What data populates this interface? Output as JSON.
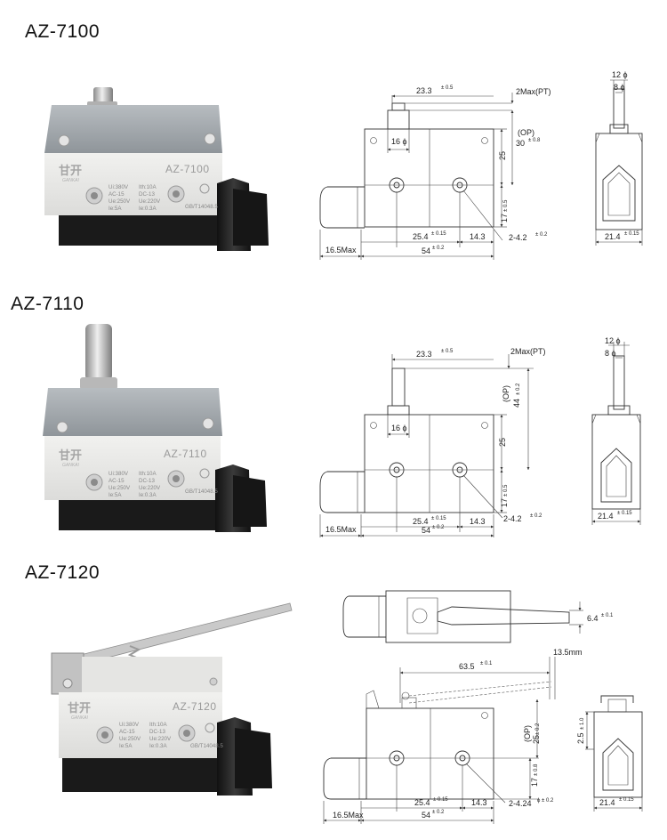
{
  "models": [
    {
      "title": "AZ-7100",
      "product": {
        "brand": "甘开",
        "brand_sub": "GANKAI",
        "model_label": "AZ-7100",
        "spec_left": [
          "Ui:380V",
          "AC-15",
          "Ue:250V",
          "Ie:5A"
        ],
        "spec_right": [
          "Ith:10A",
          "DC-13",
          "Ue:220V",
          "Ie:0.3A"
        ],
        "standard": "GB/T14048.5"
      },
      "front": {
        "dim_23_3": "23.3",
        "dim_23_3_tol": "± 0.5",
        "dim_2max": "2Max(PT)",
        "dim_op": "(OP)",
        "dim_30": "30",
        "dim_30_tol": "± 0.8",
        "dim_16": "16 ϕ",
        "dim_25": "25",
        "dim_17": "17",
        "dim_17_tol": "± 0.5",
        "dim_25_4": "25.4",
        "dim_25_4_tol": "± 0.15",
        "dim_14_3": "14.3",
        "dim_2_4_2": "2-4.2",
        "dim_2_4_2_tol": "± 0.2",
        "dim_16_5": "16.5Max",
        "dim_54": "54",
        "dim_54_tol": "± 0.2"
      },
      "side": {
        "dim_12": "12 ϕ",
        "dim_8": "8 ϕ",
        "dim_21_4": "21.4",
        "dim_21_4_tol": "± 0.15"
      }
    },
    {
      "title": "AZ-7110",
      "product": {
        "brand": "甘开",
        "brand_sub": "GANKAI",
        "model_label": "AZ-7110",
        "spec_left": [
          "Ui:380V",
          "AC-15",
          "Ue:250V",
          "Ie:5A"
        ],
        "spec_right": [
          "Ith:10A",
          "DC-13",
          "Ue:220V",
          "Ie:0.3A"
        ],
        "standard": "GB/T14048.5"
      },
      "front": {
        "dim_23_3": "23.3",
        "dim_23_3_tol": "± 0.5",
        "dim_2max": "2Max(PT)",
        "dim_op": "(OP)",
        "dim_44": "44",
        "dim_44_tol": "± 0.2",
        "dim_16": "16 ϕ",
        "dim_25": "25",
        "dim_17": "17",
        "dim_17_tol": "± 0.5",
        "dim_25_4": "25.4",
        "dim_25_4_tol": "± 0.15",
        "dim_14_3": "14.3",
        "dim_2_4_2": "2-4.2",
        "dim_2_4_2_tol": "± 0.2",
        "dim_16_5": "16.5Max",
        "dim_54": "54",
        "dim_54_tol": "± 0.2"
      },
      "side": {
        "dim_12": "12 ϕ",
        "dim_8": "8 ϕ",
        "dim_21_4": "21.4",
        "dim_21_4_tol": "± 0.15"
      }
    },
    {
      "title": "AZ-7120",
      "product": {
        "brand": "甘开",
        "brand_sub": "GANKAI",
        "model_label": "AZ-7120",
        "spec_left": [
          "Ui:380V",
          "AC-15",
          "Ue:250V",
          "Ie:5A"
        ],
        "spec_right": [
          "Ith:10A",
          "DC-13",
          "Ue:220V",
          "Ie:0.3A"
        ],
        "standard": "GB/T14048.5"
      },
      "top": {
        "dim_6_4": "6.4",
        "dim_6_4_tol": "± 0.1"
      },
      "front": {
        "dim_13_5": "13.5mm",
        "dim_63_5": "63.5",
        "dim_63_5_tol": "± 0.1",
        "dim_op": "(OP)",
        "dim_25": "25",
        "dim_25_tol": "± 0.2",
        "dim_17": "17",
        "dim_17_tol": "± 0.8",
        "dim_25_4": "25.4",
        "dim_25_4_tol": "± 0.15",
        "dim_14_3": "14.3",
        "dim_2_4_24": "2-4.24",
        "dim_2_4_24_tol": "ϕ ± 0.2",
        "dim_16_5": "16.5Max",
        "dim_54": "54",
        "dim_54_tol": "± 0.2"
      },
      "side": {
        "dim_2_5": "2.5",
        "dim_2_5_tol": "± 1.0",
        "dim_21_4": "21.4",
        "dim_21_4_tol": "± 0.15"
      }
    }
  ]
}
